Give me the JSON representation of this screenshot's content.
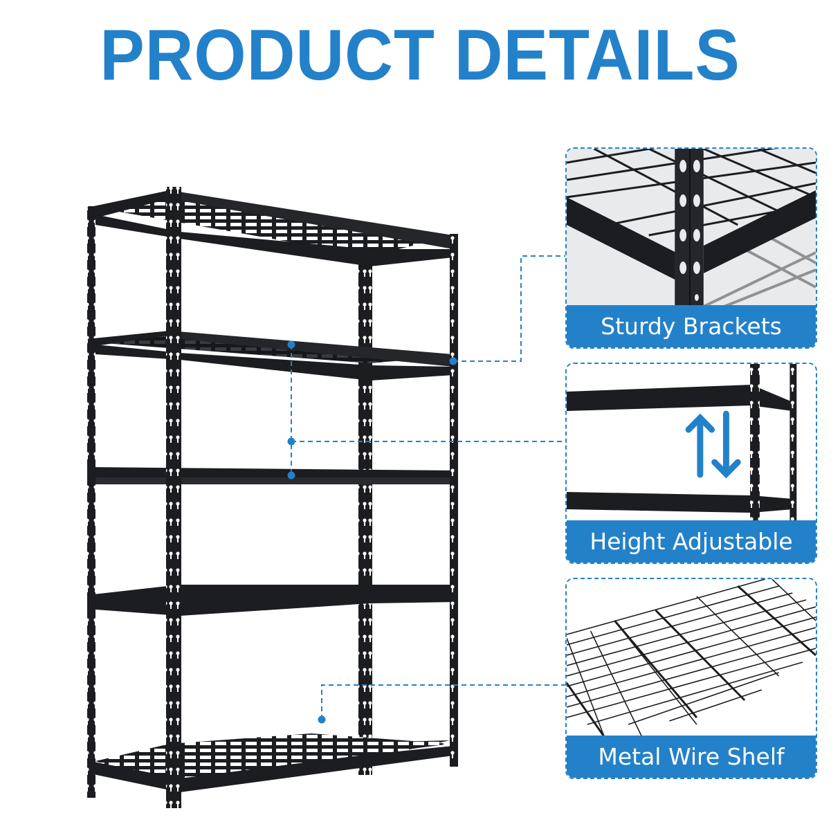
{
  "header": {
    "title": "PRODUCT DETAILS"
  },
  "colors": {
    "accent": "#2381c9",
    "metal": "#1c1d20",
    "background": "#ffffff"
  },
  "product": {
    "name": "5-tier metal storage shelving unit",
    "tiers": 5
  },
  "features": [
    {
      "label": "Sturdy Brackets",
      "icon": "bracket-closeup-photo"
    },
    {
      "label": "Height Adjustable",
      "icon": "up-down-arrows-icon"
    },
    {
      "label": "Metal Wire Shelf",
      "icon": "wire-grid-photo"
    }
  ]
}
